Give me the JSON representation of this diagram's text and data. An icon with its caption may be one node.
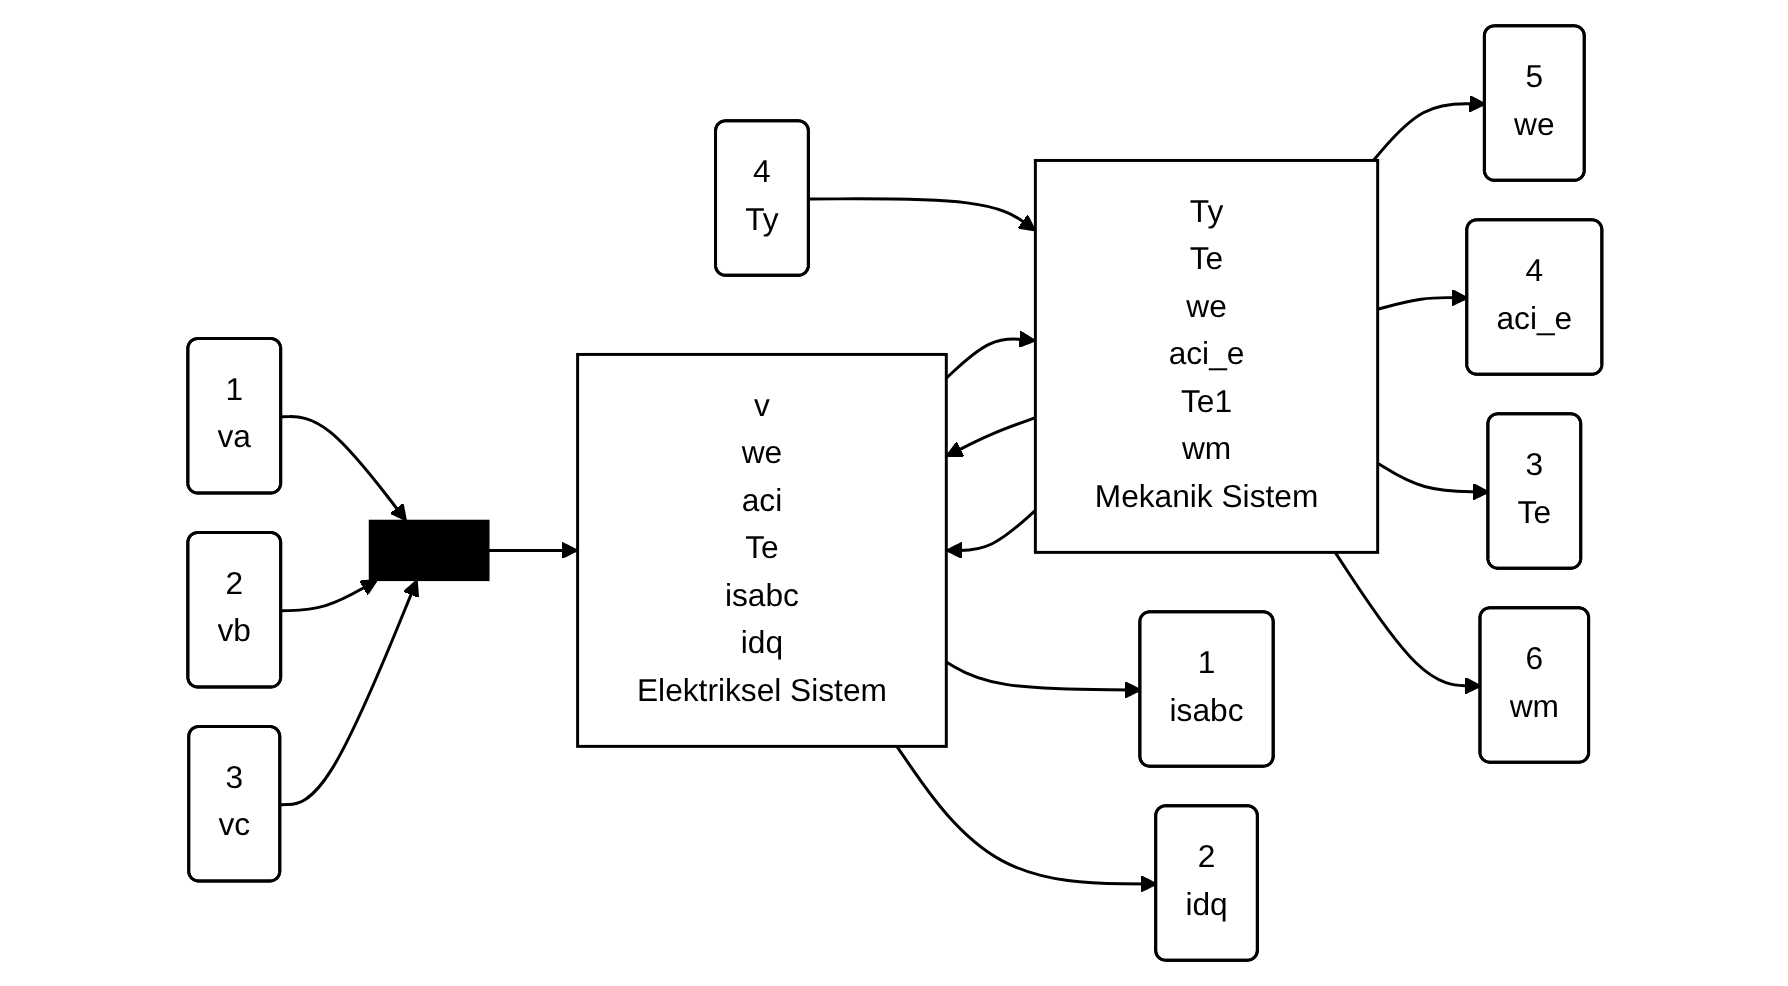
{
  "diagram": {
    "nodes": [
      {
        "text": [
          "1",
          "va"
        ]
      },
      {
        "text": [
          "2",
          "vb"
        ]
      },
      {
        "text": [
          "3",
          "vc"
        ]
      },
      {
        "text": [],
        "shape": "bar"
      },
      {
        "text": [
          "v",
          "we",
          "aci",
          "Te",
          "isabc",
          "idq",
          "Elektriksel Sistem"
        ]
      },
      {
        "text": [
          "4",
          "Ty"
        ]
      },
      {
        "text": [
          "Ty",
          "Te",
          "we",
          "aci_e",
          "Te1",
          "wm",
          "Mekanik Sistem"
        ]
      },
      {
        "text": [
          "5",
          "we"
        ]
      },
      {
        "text": [
          "4",
          "aci_e"
        ]
      },
      {
        "text": [
          "3",
          "Te"
        ]
      },
      {
        "text": [
          "6",
          "wm"
        ]
      },
      {
        "text": [
          "1",
          "isabc"
        ]
      },
      {
        "text": [
          "2",
          "idq"
        ]
      }
    ],
    "edges": [
      {
        "from": 0,
        "to": 3,
        "arrow": "to"
      },
      {
        "from": 1,
        "to": 3,
        "arrow": "to"
      },
      {
        "from": 2,
        "to": 3,
        "arrow": "to"
      },
      {
        "from": 3,
        "to": 4,
        "arrow": "to"
      },
      {
        "from": 5,
        "to": 6,
        "arrow": "to"
      },
      {
        "from": 4,
        "to": 6,
        "arrow": "to"
      },
      {
        "from": 6,
        "to": 7,
        "arrow": "to"
      },
      {
        "from": 6,
        "to": 8,
        "arrow": "to"
      },
      {
        "from": 6,
        "to": 9,
        "arrow": "to"
      },
      {
        "from": 6,
        "to": 10,
        "arrow": "to"
      },
      {
        "from": 4,
        "to": 11,
        "arrow": "to"
      },
      {
        "from": 4,
        "to": 12,
        "arrow": "to"
      },
      {
        "from": 6,
        "to": 4,
        "arrow": "to"
      },
      {
        "from": 6,
        "to": 4,
        "arrow": "to"
      }
    ]
  }
}
